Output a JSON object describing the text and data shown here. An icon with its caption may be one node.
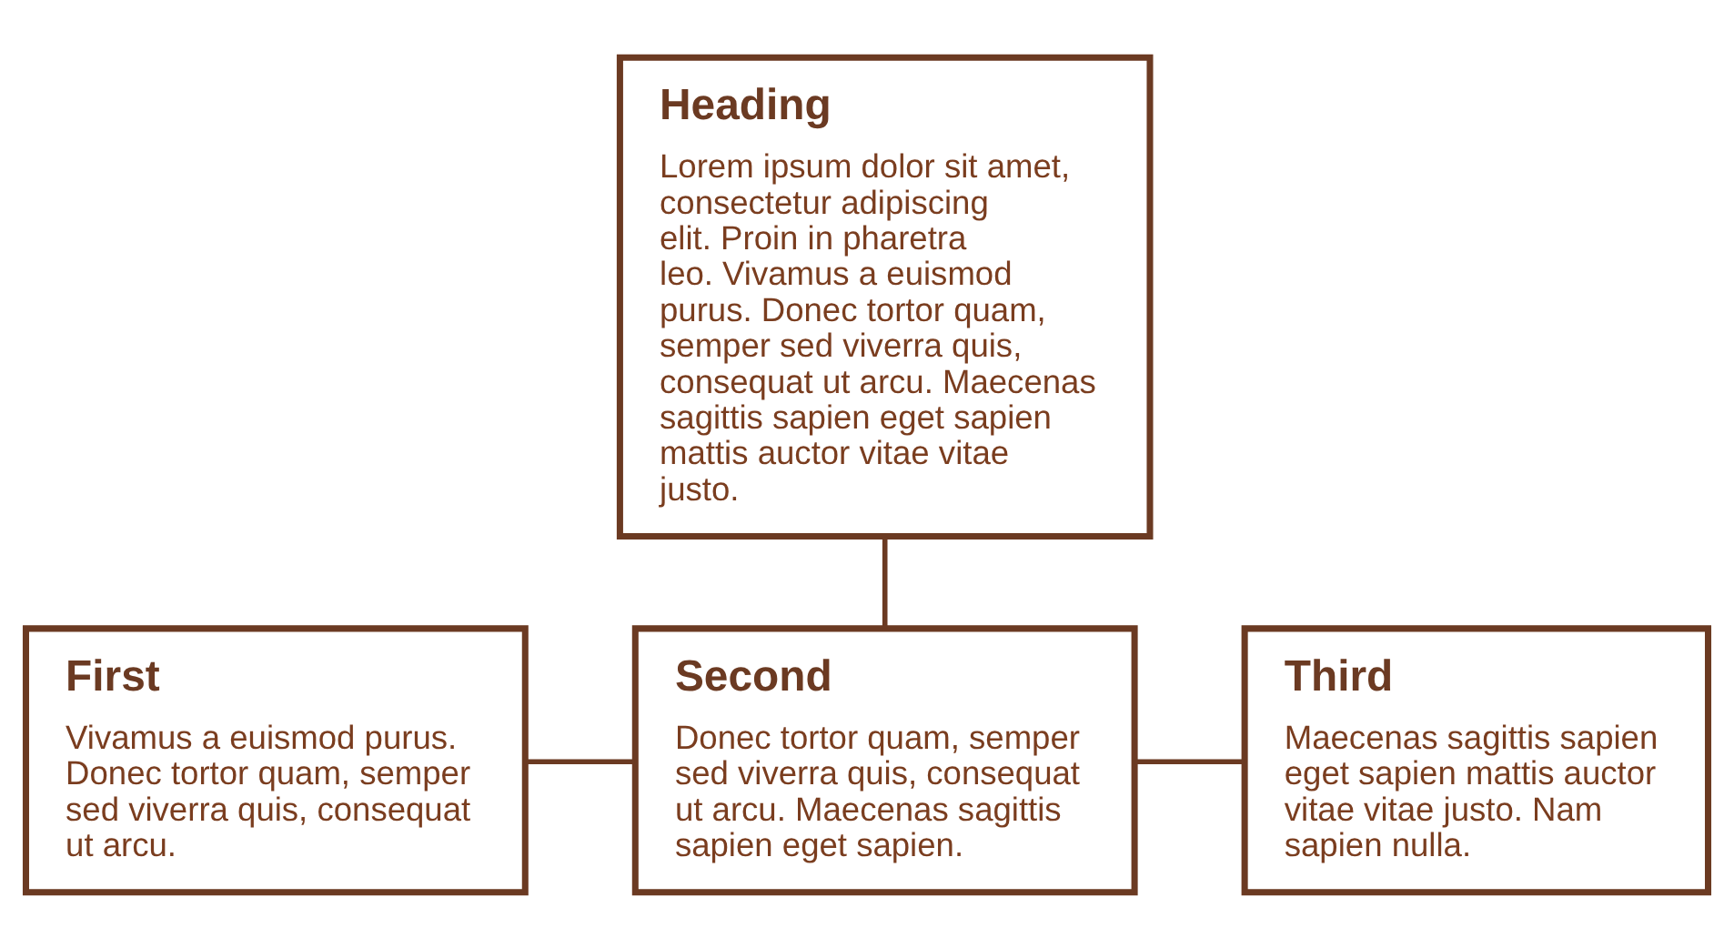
{
  "diagram": {
    "nodes": [
      {
        "text": [
          "Heading",
          "Lorem ipsum dolor sit amet, consectetur adipiscing elit. Proin in pharetra leo. Vivamus a euismod purus. Donec tortor quam, semper sed viverra quis, consequat ut arcu. Maecenas sagittis sapien eget sapien mattis auctor vitae vitae justo."
        ]
      },
      {
        "text": [
          "First",
          "Vivamus a euismod purus. Donec tortor quam, semper sed viverra quis, consequat ut arcu."
        ]
      },
      {
        "text": [
          "Second",
          "Donec tortor quam, semper sed viverra quis, consequat ut arcu. Maecenas sagittis sapien eget sapien."
        ]
      },
      {
        "text": [
          "Third",
          "Maecenas sagittis sapien eget sapien mattis auctor vitae vitae justo. Nam sapien nulla."
        ]
      }
    ],
    "edges": [
      {
        "from": 0,
        "to": 2,
        "arrow": "none"
      },
      {
        "from": 1,
        "to": 2,
        "arrow": "none"
      },
      {
        "from": 2,
        "to": 3,
        "arrow": "none"
      }
    ]
  }
}
